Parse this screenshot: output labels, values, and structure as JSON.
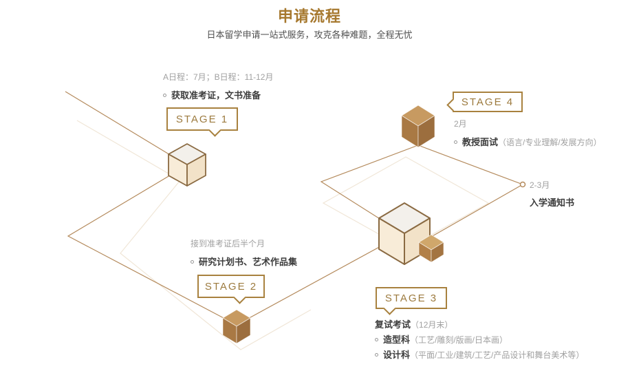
{
  "header": {
    "title": "申请流程",
    "subtitle": "日本留学申请一站式服务，攻克各种难题，全程无忧"
  },
  "stage1": {
    "label": "STAGE 1",
    "date": "A日程：7月；B日程：11-12月",
    "task": "获取准考证，文书准备"
  },
  "stage2": {
    "label": "STAGE 2",
    "date": "接到准考证后半个月",
    "task": "研究计划书、艺术作品集"
  },
  "stage3": {
    "label": "STAGE 3",
    "heading": "复试考试",
    "heading_note": "（12月末）",
    "item1": "造型科",
    "item1_note": "（工艺/雕刻/版画/日本画）",
    "item2": "设计科",
    "item2_note": "（平面/工业/建筑/工艺/产品设计和舞台美术等）"
  },
  "stage4": {
    "label": "STAGE 4",
    "date": "2月",
    "task": "教授面试",
    "task_note": "（语言/专业理解/发展方向）"
  },
  "result": {
    "date": "2-3月",
    "label": "入学通知书"
  },
  "colors": {
    "accent": "#A8813E",
    "title": "#A6782E",
    "line": "#B48A5C",
    "shadow_line": "#F0E6D7",
    "cube_outline": "#8A6A42",
    "cube_top_light": "#F3F0EB",
    "cube_cream_left": "#F8ECD8",
    "cube_cream_right": "#F2E2C8",
    "cube_brown_top": "#C79A61",
    "cube_brown_left": "#A97944",
    "cube_brown_right": "#9C6E3E",
    "text_dark": "#3D3D3D",
    "text_gray": "#A0A0A0"
  }
}
